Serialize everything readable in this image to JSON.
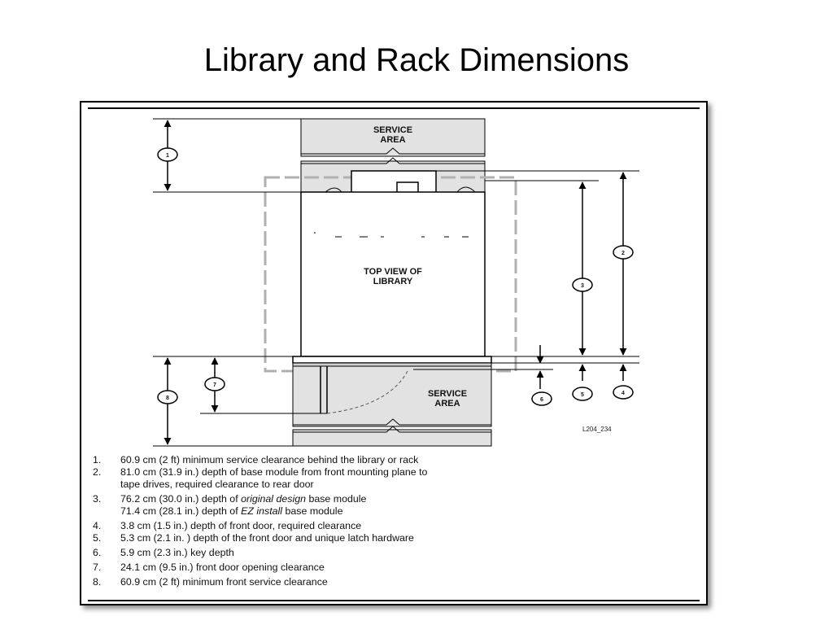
{
  "slide": {
    "title": "Library and Rack Dimensions"
  },
  "diagram": {
    "labels": {
      "service_area_rear_line1": "SERVICE",
      "service_area_rear_line2": "AREA",
      "top_view_line1": "TOP VIEW OF",
      "top_view_line2": "LIBRARY",
      "service_area_front_line1": "SERVICE",
      "service_area_front_line2": "AREA",
      "figure_code": "L204_234"
    },
    "callouts": [
      "1",
      "2",
      "3",
      "4",
      "5",
      "6",
      "7",
      "8"
    ]
  },
  "legend": [
    {
      "num": "1.",
      "lines": [
        "60.9 cm (2 ft) minimum service clearance behind the library or rack"
      ]
    },
    {
      "num": "2.",
      "lines": [
        "81.0 cm (31.9 in.) depth of base module from front mounting plane to",
        "tape drives, required clearance to rear door"
      ]
    },
    {
      "num": "3.",
      "lines": [
        {
          "before": "76.2 cm (30.0 in.) depth of ",
          "em": "original design",
          "after": " base module"
        },
        {
          "before": "71.4 cm (28.1 in.) depth of ",
          "em": "EZ install",
          "after": " base module"
        }
      ]
    },
    {
      "num": "4.",
      "lines": [
        "3.8 cm (1.5 in.) depth of front door, required clearance"
      ]
    },
    {
      "num": "5.",
      "lines": [
        "5.3 cm (2.1 in. ) depth of the front door and unique latch hardware"
      ]
    },
    {
      "num": "6.",
      "lines": [
        "5.9 cm (2.3 in.) key depth"
      ]
    },
    {
      "num": "7.",
      "lines": [
        "24.1 cm (9.5 in.) front door opening clearance"
      ]
    },
    {
      "num": "8.",
      "lines": [
        "60.9 cm (2 ft) minimum front service clearance"
      ]
    }
  ]
}
